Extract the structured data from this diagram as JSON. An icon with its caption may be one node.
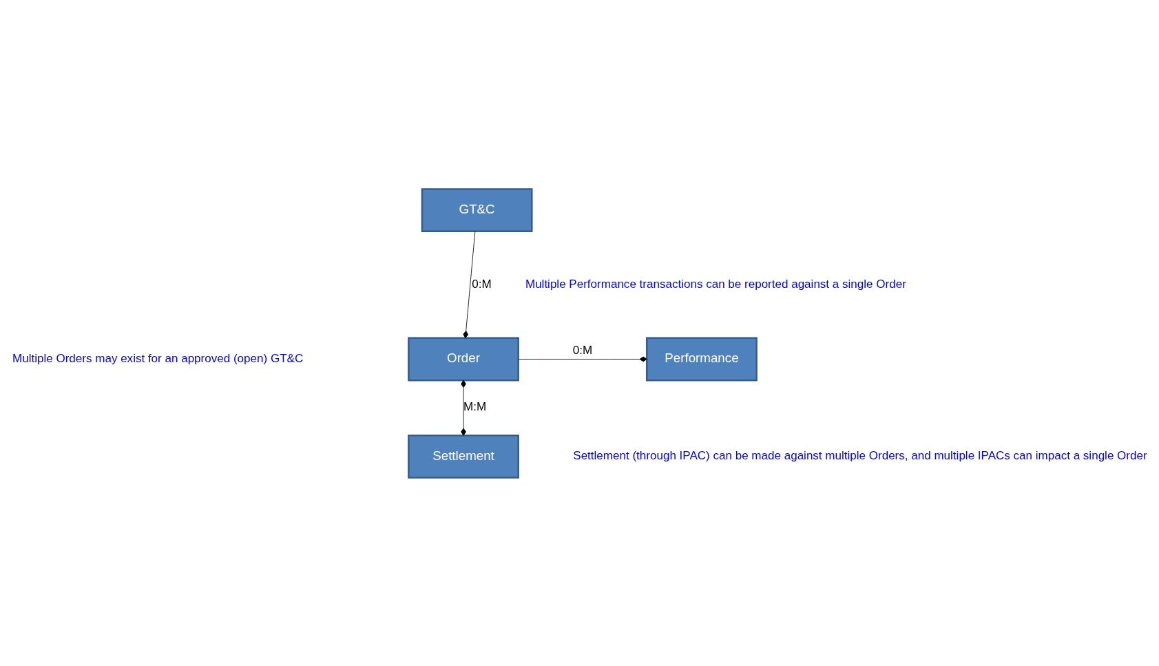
{
  "diagram": {
    "nodes": [
      {
        "text": [
          "GT&C"
        ]
      },
      {
        "text": [
          "Order"
        ]
      },
      {
        "text": [
          "Performance"
        ]
      },
      {
        "text": [
          "Settlement"
        ]
      }
    ],
    "edges": [
      {
        "from": 0,
        "to": 1,
        "arrow": "other",
        "label": "0:M"
      },
      {
        "from": 1,
        "to": 2,
        "arrow": "other",
        "label": "0:M"
      },
      {
        "from": 1,
        "to": 3,
        "arrow": "other",
        "label": "M:M"
      }
    ],
    "labels": [
      "Multiple Orders may exist for an approved (open) GT&C",
      "Multiple Performance transactions can be reported against a single Order",
      "Settlement (through IPAC) can be made against multiple Orders, and multiple IPACs can impact a single Order"
    ]
  }
}
